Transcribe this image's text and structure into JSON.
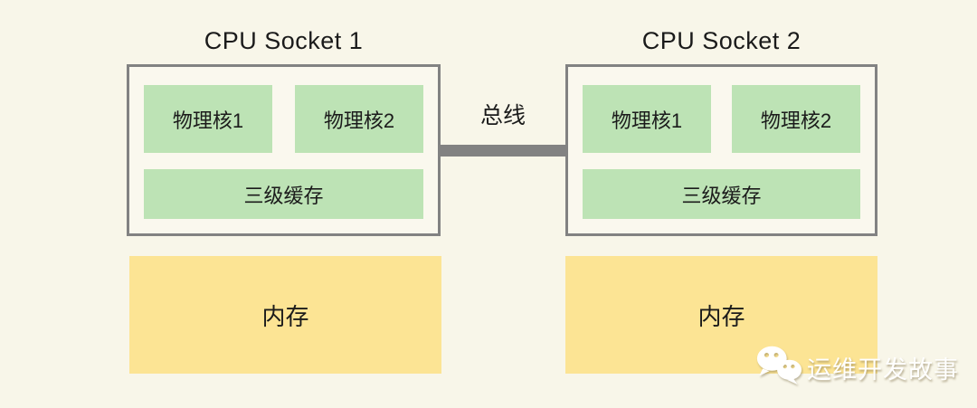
{
  "diagram": {
    "description": "Dual CPU socket NUMA architecture diagram"
  },
  "colors": {
    "bg": "#F8F6E9",
    "socket_bg": "#FAF8EE",
    "green": "#BDE3B5",
    "yellow": "#FCE494",
    "gray": "#828282",
    "text": "#1B1B1B",
    "watermark": "#FFFFFF"
  },
  "sockets": [
    {
      "title": "CPU Socket 1",
      "cores": [
        "物理核1",
        "物理核2"
      ],
      "cache": "三级缓存",
      "memory": "内存"
    },
    {
      "title": "CPU Socket 2",
      "cores": [
        "物理核1",
        "物理核2"
      ],
      "cache": "三级缓存",
      "memory": "内存"
    }
  ],
  "bus": {
    "label": "总线"
  },
  "watermark": {
    "icon": "wechat-icon",
    "text": "运维开发故事"
  }
}
